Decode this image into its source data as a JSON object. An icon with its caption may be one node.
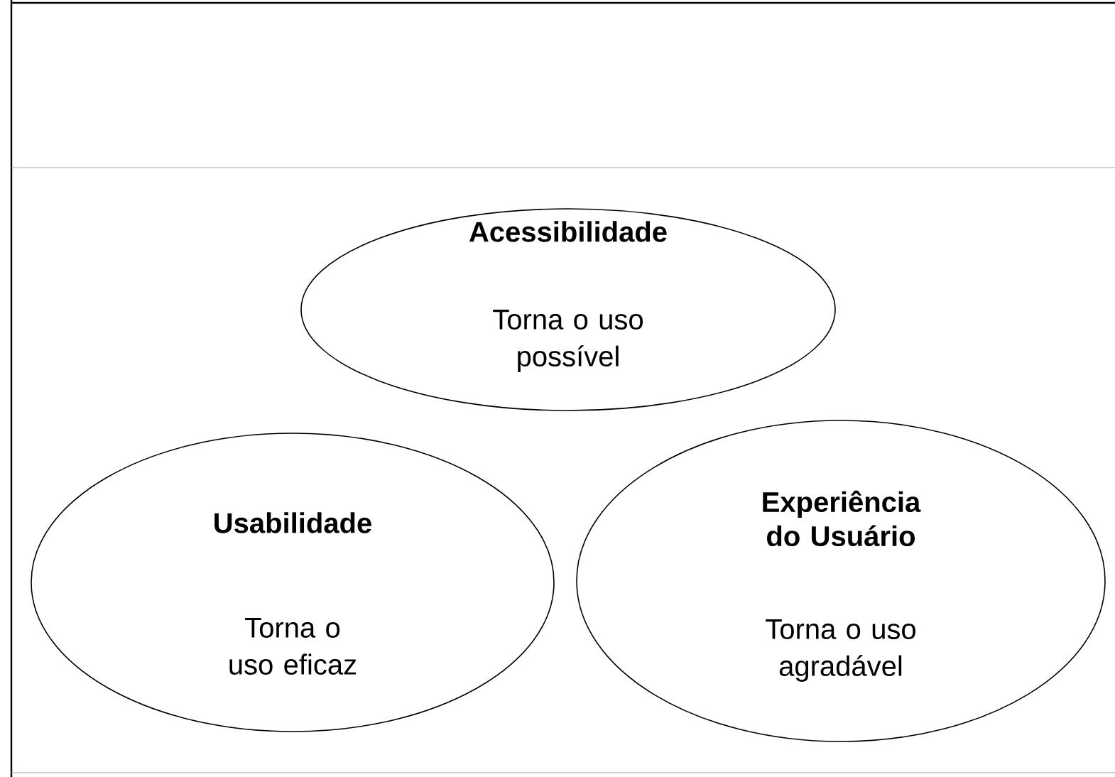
{
  "diagram": {
    "nodes": [
      {
        "text": [
          "Acessibilidade",
          "Torna o uso possível"
        ]
      },
      {
        "text": [
          "Usabilidade",
          "Torna o uso eficaz"
        ]
      },
      {
        "text": [
          "Experiência do Usuário",
          "Torna o uso agradável"
        ]
      }
    ],
    "edges": []
  }
}
